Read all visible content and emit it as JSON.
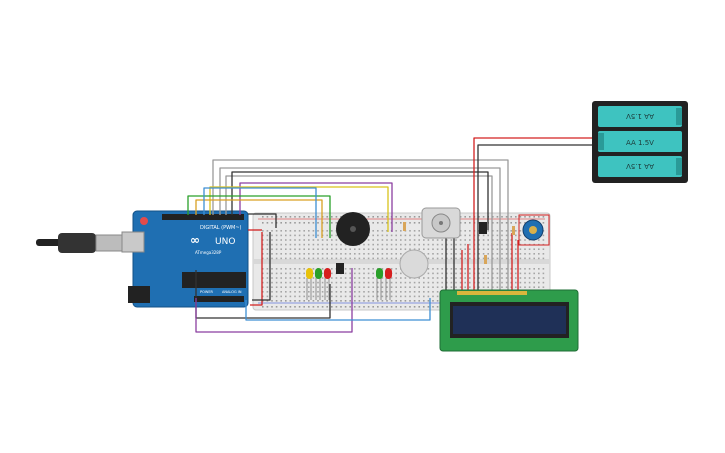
{
  "arduino": {
    "model": "UNO",
    "chip": "ATmega328P",
    "board_label": "DIGITAL (PWM~)",
    "power_label": "POWER",
    "analog_label": "ANALOG IN"
  },
  "battery_pack": {
    "cells": [
      {
        "label": "AA 1.5V"
      },
      {
        "label": "AA 1.5V"
      },
      {
        "label": "AA 1.5V"
      }
    ]
  },
  "lcd": {
    "columns": 16,
    "rows": 2,
    "backlight_color": "#1f3057"
  },
  "leds_left": [
    "#e8c20a",
    "#2aa02a",
    "#d61f1f"
  ],
  "leds_right": [
    "#2aa02a",
    "#d61f1f"
  ],
  "colors": {
    "arduino_blue": "#1f6fb2",
    "breadboard": "#e9e9e9",
    "battery_teal": "#3ec3c0",
    "lcd_green": "#2e9c4b",
    "wire_red": "#d32020",
    "wire_black": "#333333"
  }
}
